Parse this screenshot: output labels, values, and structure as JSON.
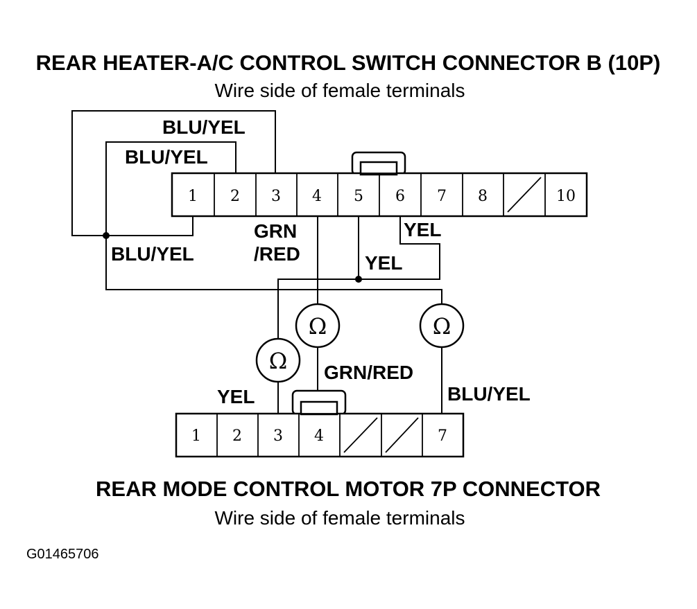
{
  "top_connector": {
    "title": "REAR HEATER-A/C CONTROL SWITCH CONNECTOR B (10P)",
    "subtitle": "Wire side of female terminals",
    "pins": [
      "1",
      "2",
      "3",
      "4",
      "5",
      "6",
      "7",
      "8",
      "",
      "10"
    ]
  },
  "bottom_connector": {
    "title": "REAR MODE CONTROL MOTOR 7P CONNECTOR",
    "subtitle": "Wire side of female terminals",
    "pins": [
      "1",
      "2",
      "3",
      "4",
      "",
      "",
      "7"
    ]
  },
  "wire_labels": {
    "blu_yel_top": "BLU/YEL",
    "blu_yel_mid": "BLU/YEL",
    "blu_yel_left": "BLU/YEL",
    "grn_red_top_1": "GRN",
    "grn_red_top_2": "/RED",
    "yel_pin6": "YEL",
    "yel_pin5": "YEL",
    "grn_red_bottom": "GRN/RED",
    "yel_bottom": "YEL",
    "blu_yel_bottom": "BLU/YEL"
  },
  "meters": [
    {
      "symbol": "Ω"
    },
    {
      "symbol": "Ω"
    },
    {
      "symbol": "Ω"
    }
  ],
  "figure_code": "G01465706"
}
